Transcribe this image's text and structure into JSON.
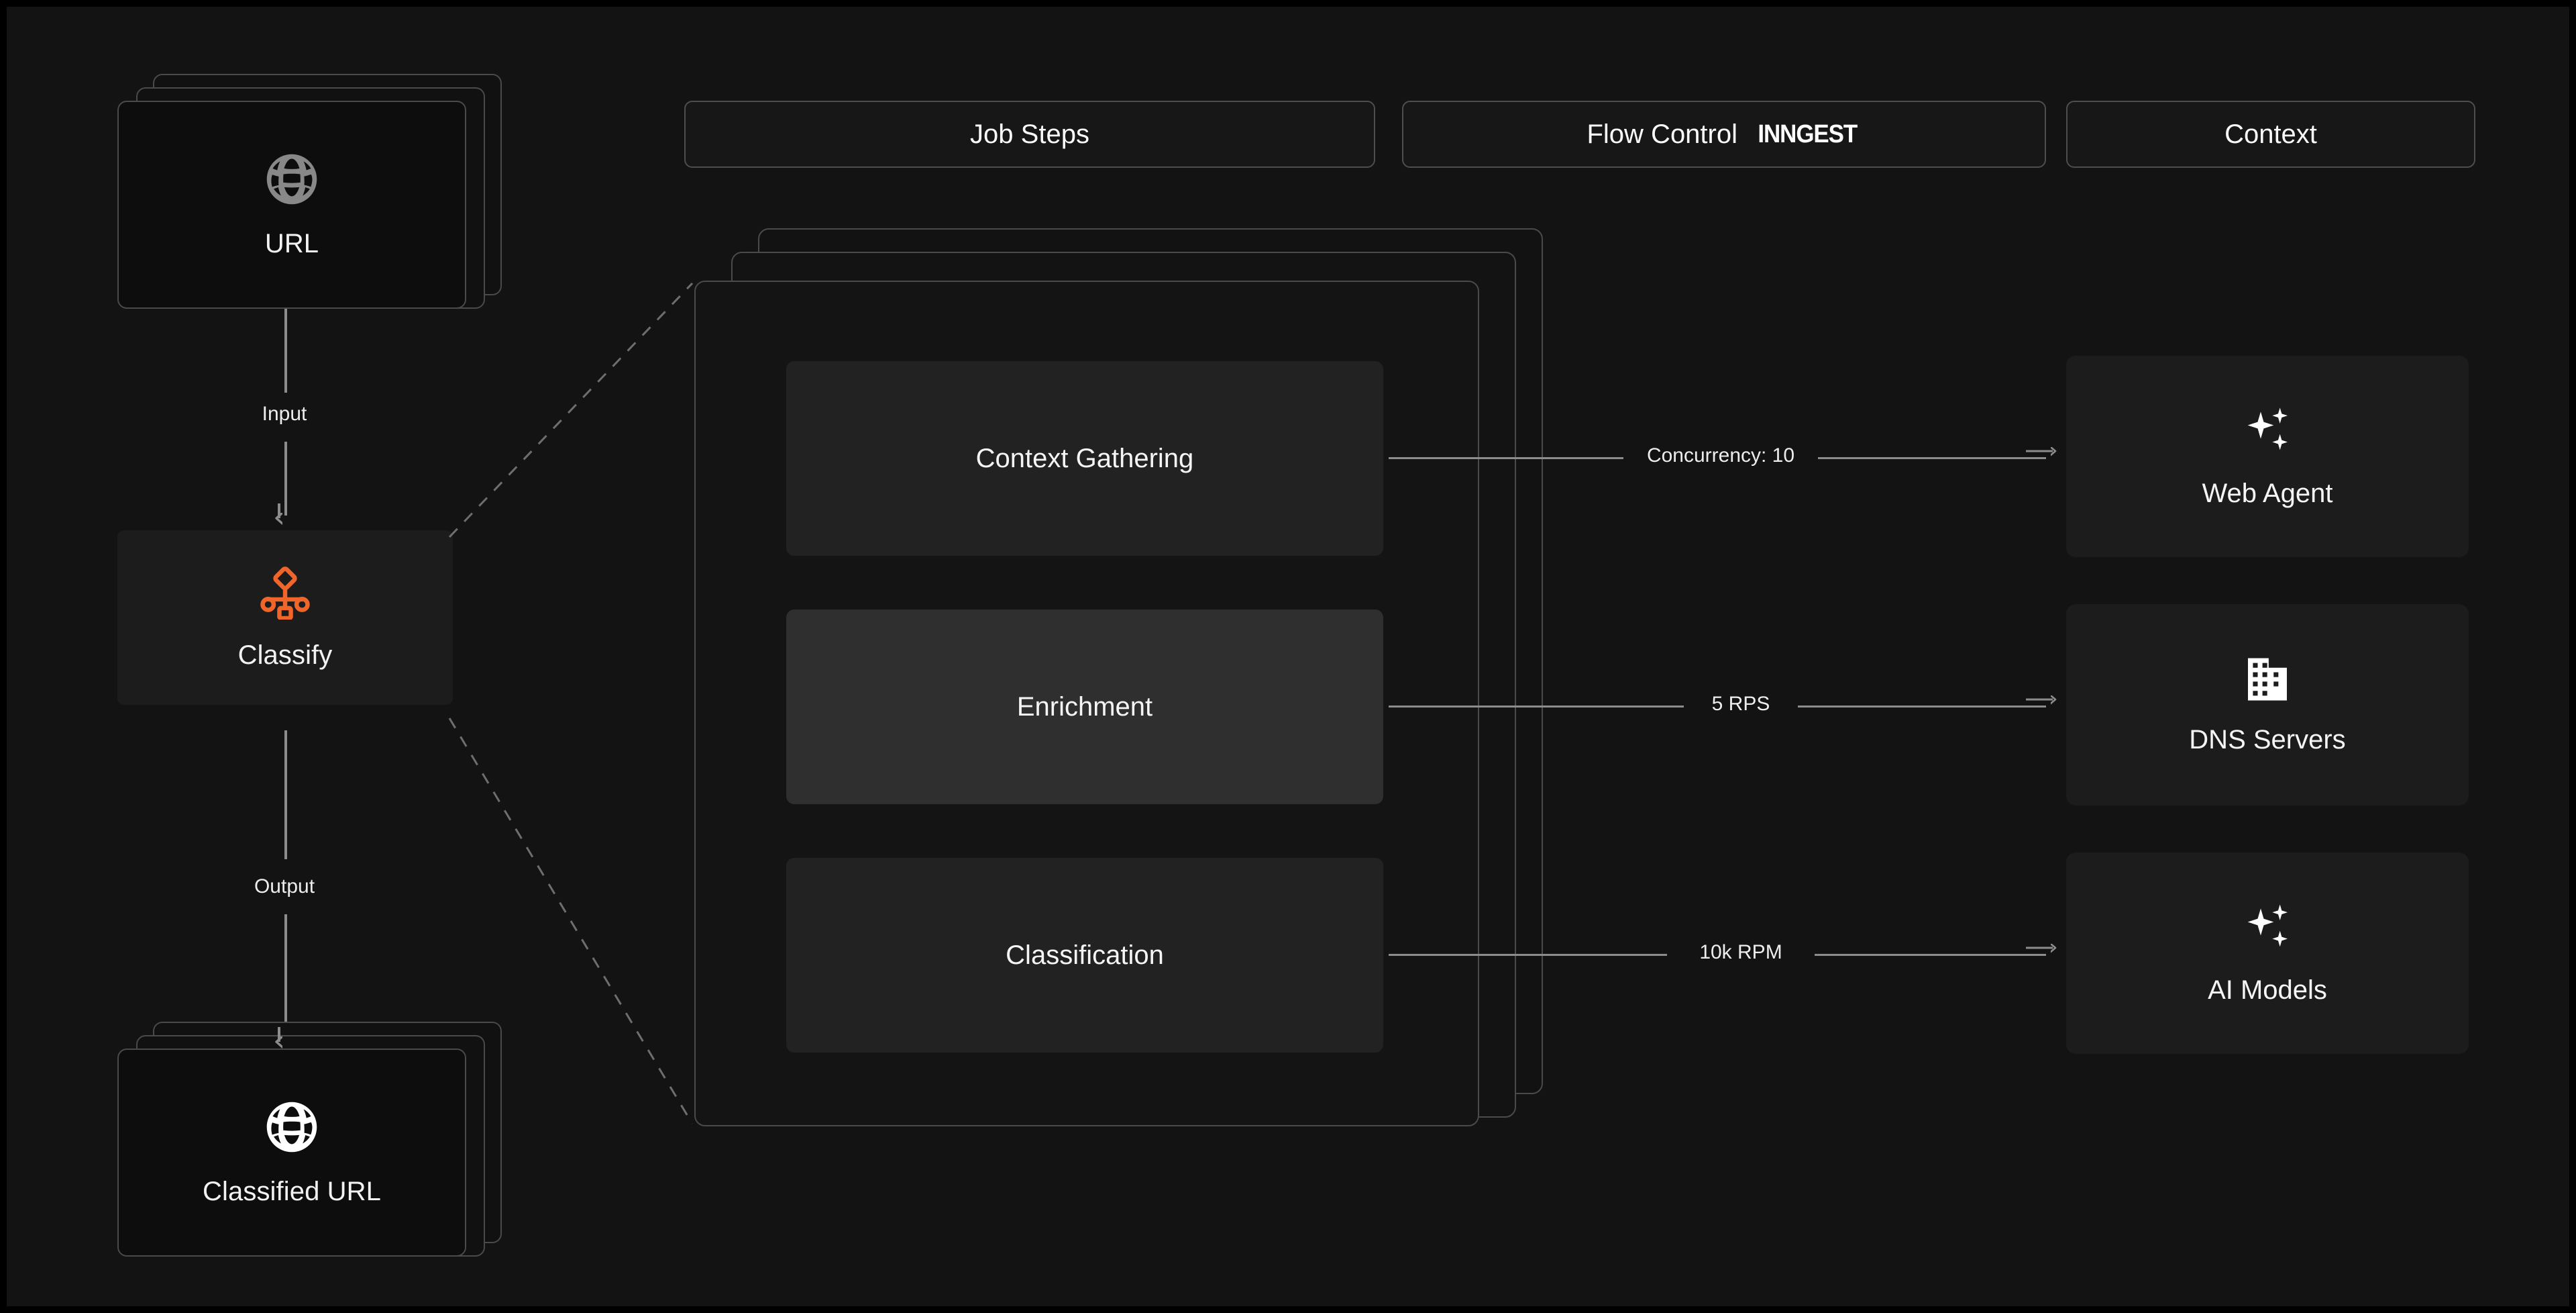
{
  "theme": {
    "background": "#131313",
    "card_bg": "#0d0d0d",
    "card_border": "#4a4a4a",
    "step_bg": "#222222",
    "step_highlight_bg": "#2f2f2f",
    "context_bg": "#1c1c1c",
    "accent": "#f0652a",
    "line": "#8c8c8c",
    "text": "#f5f5f5"
  },
  "tabs": [
    {
      "label": "Job Steps",
      "brand": ""
    },
    {
      "label": "Flow Control",
      "brand": "INNGEST"
    },
    {
      "label": "Context",
      "brand": ""
    }
  ],
  "pipeline": {
    "input_node": {
      "label": "URL",
      "icon": "globe-icon"
    },
    "input_edge_label": "Input",
    "process_node": {
      "label": "Classify",
      "icon": "classify-hierarchy-icon"
    },
    "output_edge_label": "Output",
    "output_node": {
      "label": "Classified URL",
      "icon": "globe-icon"
    }
  },
  "steps": [
    {
      "label": "Context Gathering",
      "highlighted": false
    },
    {
      "label": "Enrichment",
      "highlighted": true
    },
    {
      "label": "Classification",
      "highlighted": false
    }
  ],
  "flow_control": [
    {
      "label": "Concurrency: 10"
    },
    {
      "label": "5 RPS"
    },
    {
      "label": "10k RPM"
    }
  ],
  "context_resources": [
    {
      "label": "Web Agent",
      "icon": "sparkles-icon"
    },
    {
      "label": "DNS Servers",
      "icon": "building-icon"
    },
    {
      "label": "AI Models",
      "icon": "sparkles-icon"
    }
  ]
}
